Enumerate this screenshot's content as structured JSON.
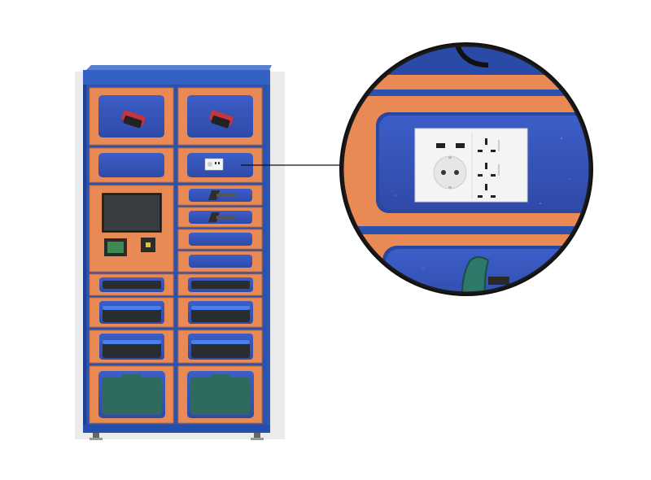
{
  "scene": {
    "subject": "smart-locker-cabinet",
    "colors": {
      "frame_blue": "#2d58b8",
      "door_orange": "#e98a55",
      "window_blue": "#3f5fc4",
      "window_edge": "#2a46a0",
      "socket_white": "#f4f4f4",
      "case_green": "#2e6a5e",
      "case_black": "#2a2d30"
    },
    "magnifier": {
      "detail": "power-outlet-panel",
      "usb_ports": 2,
      "universal_sockets": 3,
      "schuko_sockets": 1
    }
  }
}
